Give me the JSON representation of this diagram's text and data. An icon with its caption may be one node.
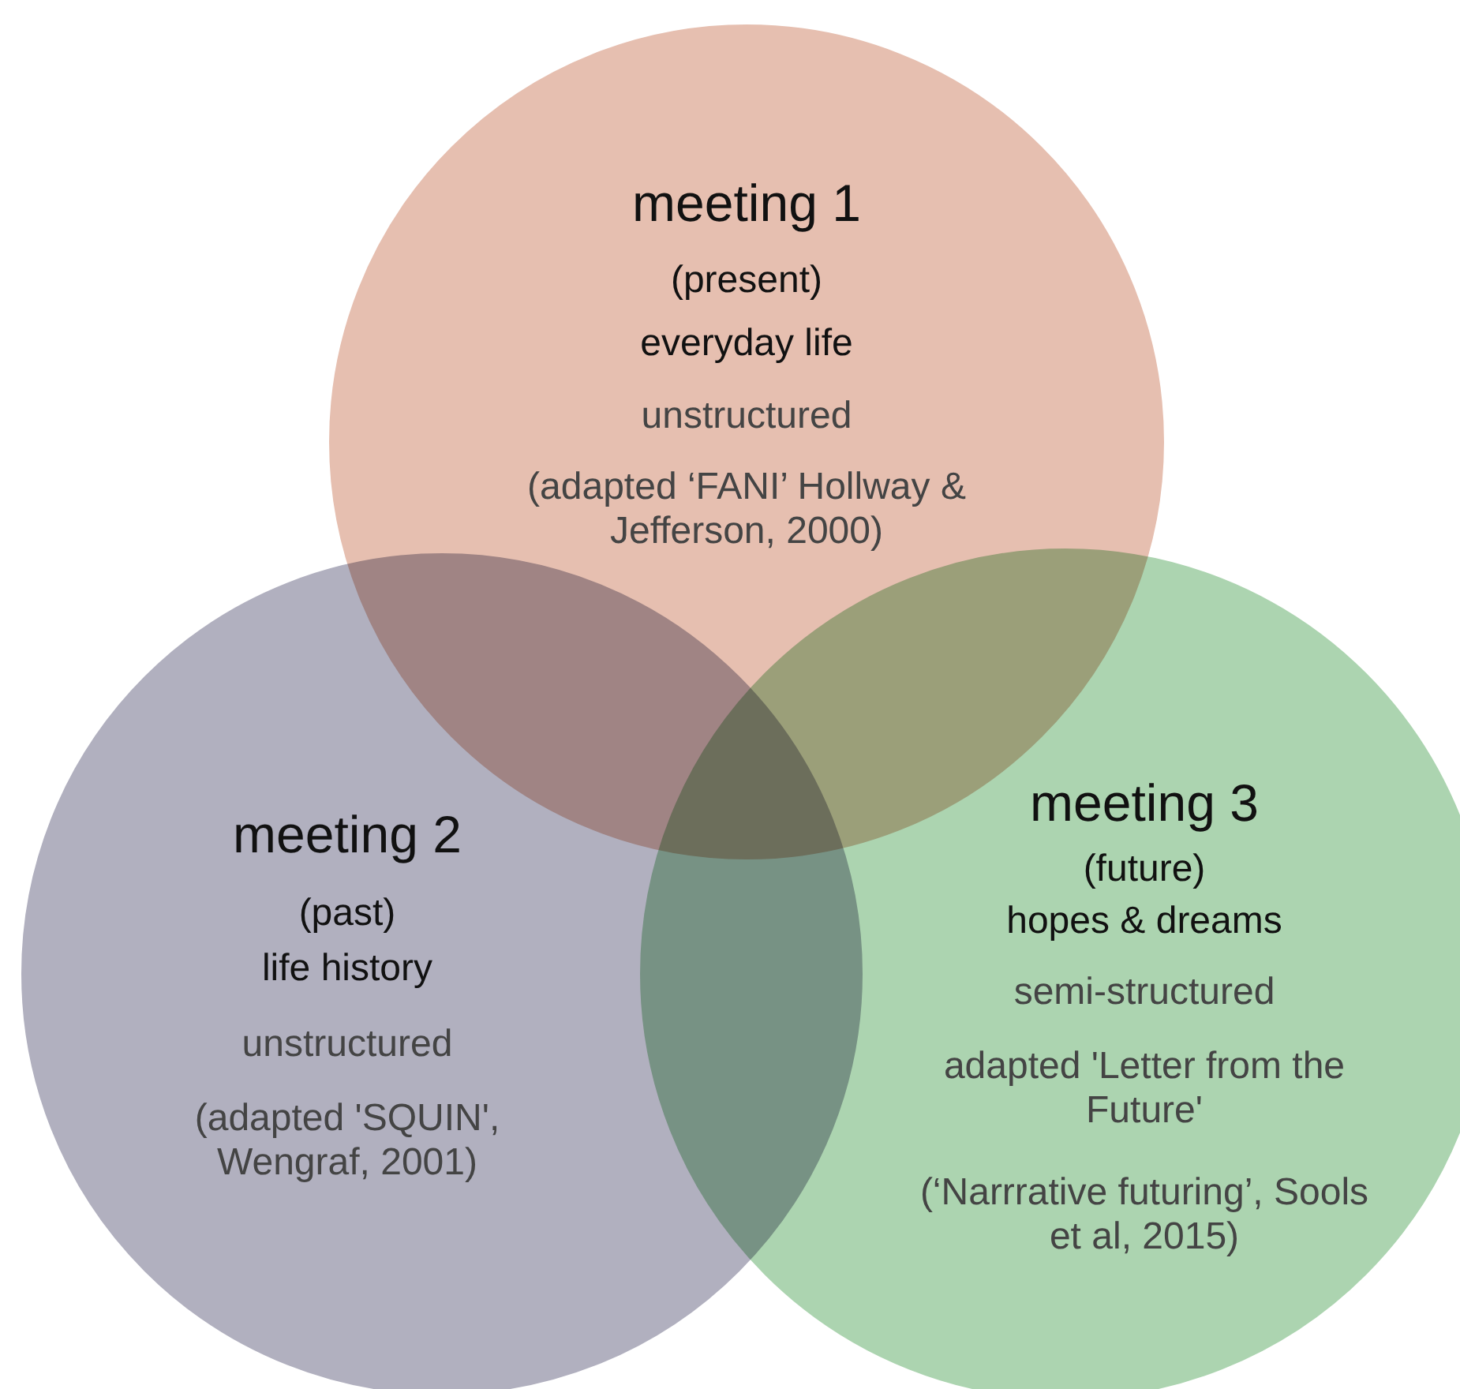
{
  "diagram": {
    "nodes": [
      {
        "text": [
          "meeting 1",
          "(present)",
          "everyday life",
          "unstructured",
          "(adapted ‘FANI’ Hollway & Jefferson, 2000)"
        ]
      },
      {
        "text": [
          "meeting 2",
          "(past)",
          "life history",
          "unstructured",
          "(adapted 'SQUIN', Wengraf, 2001)"
        ]
      },
      {
        "text": [
          "meeting 3",
          "(future)",
          "hopes & dreams",
          "semi-structured",
          "adapted 'Letter from the Future'",
          "(‘Narrrative futuring’, Sools et al, 2015)"
        ]
      }
    ]
  }
}
